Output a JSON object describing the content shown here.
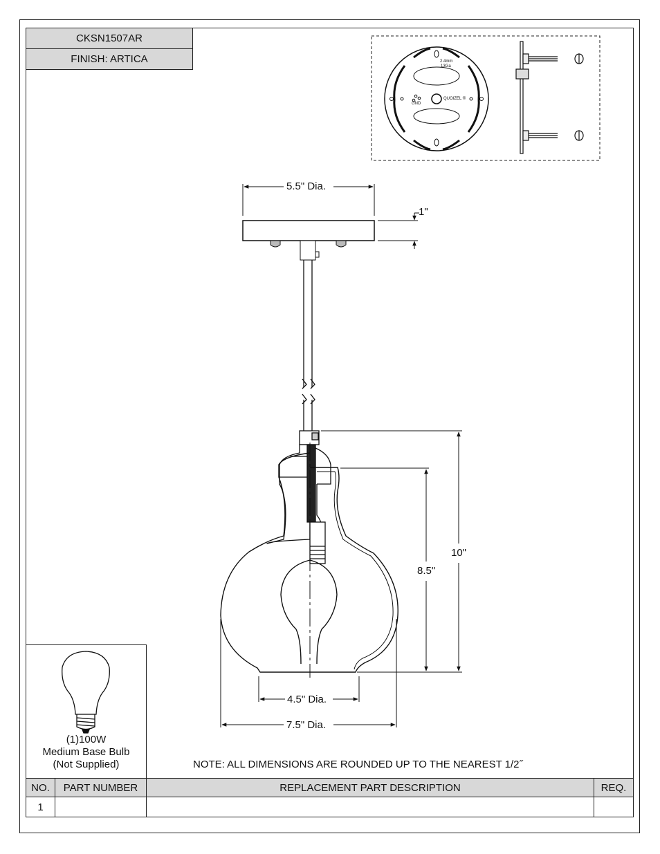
{
  "header": {
    "model": "CKSN1507AR",
    "finish": "FINISH: ARTICA"
  },
  "mounting_plate": {
    "thickness": "2.4mm",
    "gauge": "13Ga",
    "ground": "GND",
    "brand": "QUOIZEL",
    "brand_mark": "®"
  },
  "dimensions": {
    "canopy_dia": "5.5\" Dia.",
    "canopy_height": "1\"",
    "overall_height": "10\"",
    "shade_height": "8.5\"",
    "bottom_dia": "4.5\" Dia.",
    "shade_dia": "7.5\" Dia."
  },
  "bulb": {
    "line1": "(1)100W",
    "line2": "Medium Base Bulb",
    "line3": "(Not Supplied)"
  },
  "note": "NOTE:  ALL DIMENSIONS ARE ROUNDED UP TO THE NEAREST  1/2˝",
  "table": {
    "headers": [
      "NO.",
      "PART NUMBER",
      "REPLACEMENT PART DESCRIPTION",
      "REQ."
    ],
    "rows": [
      {
        "no": "1",
        "part": "",
        "desc": "",
        "req": ""
      }
    ]
  }
}
